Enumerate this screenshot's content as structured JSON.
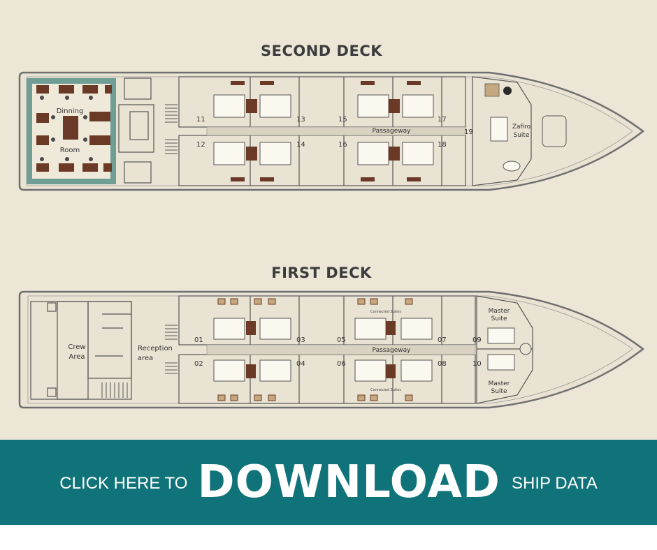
{
  "decks": {
    "second": {
      "title": "SECOND DECK",
      "dining_label_1": "Dinning",
      "dining_label_2": "Room",
      "passageway": "Passageway",
      "suite_label_1": "Zafiro",
      "suite_label_2": "Suite",
      "cabins_top": [
        "11",
        "13",
        "15",
        "17"
      ],
      "cabins_bottom": [
        "12",
        "14",
        "16",
        "18"
      ],
      "suite_number": "19"
    },
    "first": {
      "title": "FIRST DECK",
      "crew_label_1": "Crew",
      "crew_label_2": "Area",
      "reception_label_1": "Reception",
      "reception_label_2": "area",
      "passageway": "Passageway",
      "connected_suites_top": "Connected Suites",
      "connected_suites_bottom": "Connected Suites",
      "master_top_1": "Master",
      "master_top_2": "Suite",
      "master_bottom_1": "Master",
      "master_bottom_2": "Suite",
      "cabins_top": [
        "01",
        "03",
        "05",
        "07",
        "09"
      ],
      "cabins_bottom": [
        "02",
        "04",
        "06",
        "08",
        "10"
      ]
    }
  },
  "banner": {
    "prefix": "CLICK HERE TO",
    "main": "DOWNLOAD",
    "suffix": "SHIP DATA"
  },
  "colors": {
    "background": "#ece6d6",
    "hull_outline": "#6f6f6f",
    "dining_floor": "#6f9e95",
    "furniture": "#6b3a26",
    "banner": "#0f7379"
  }
}
